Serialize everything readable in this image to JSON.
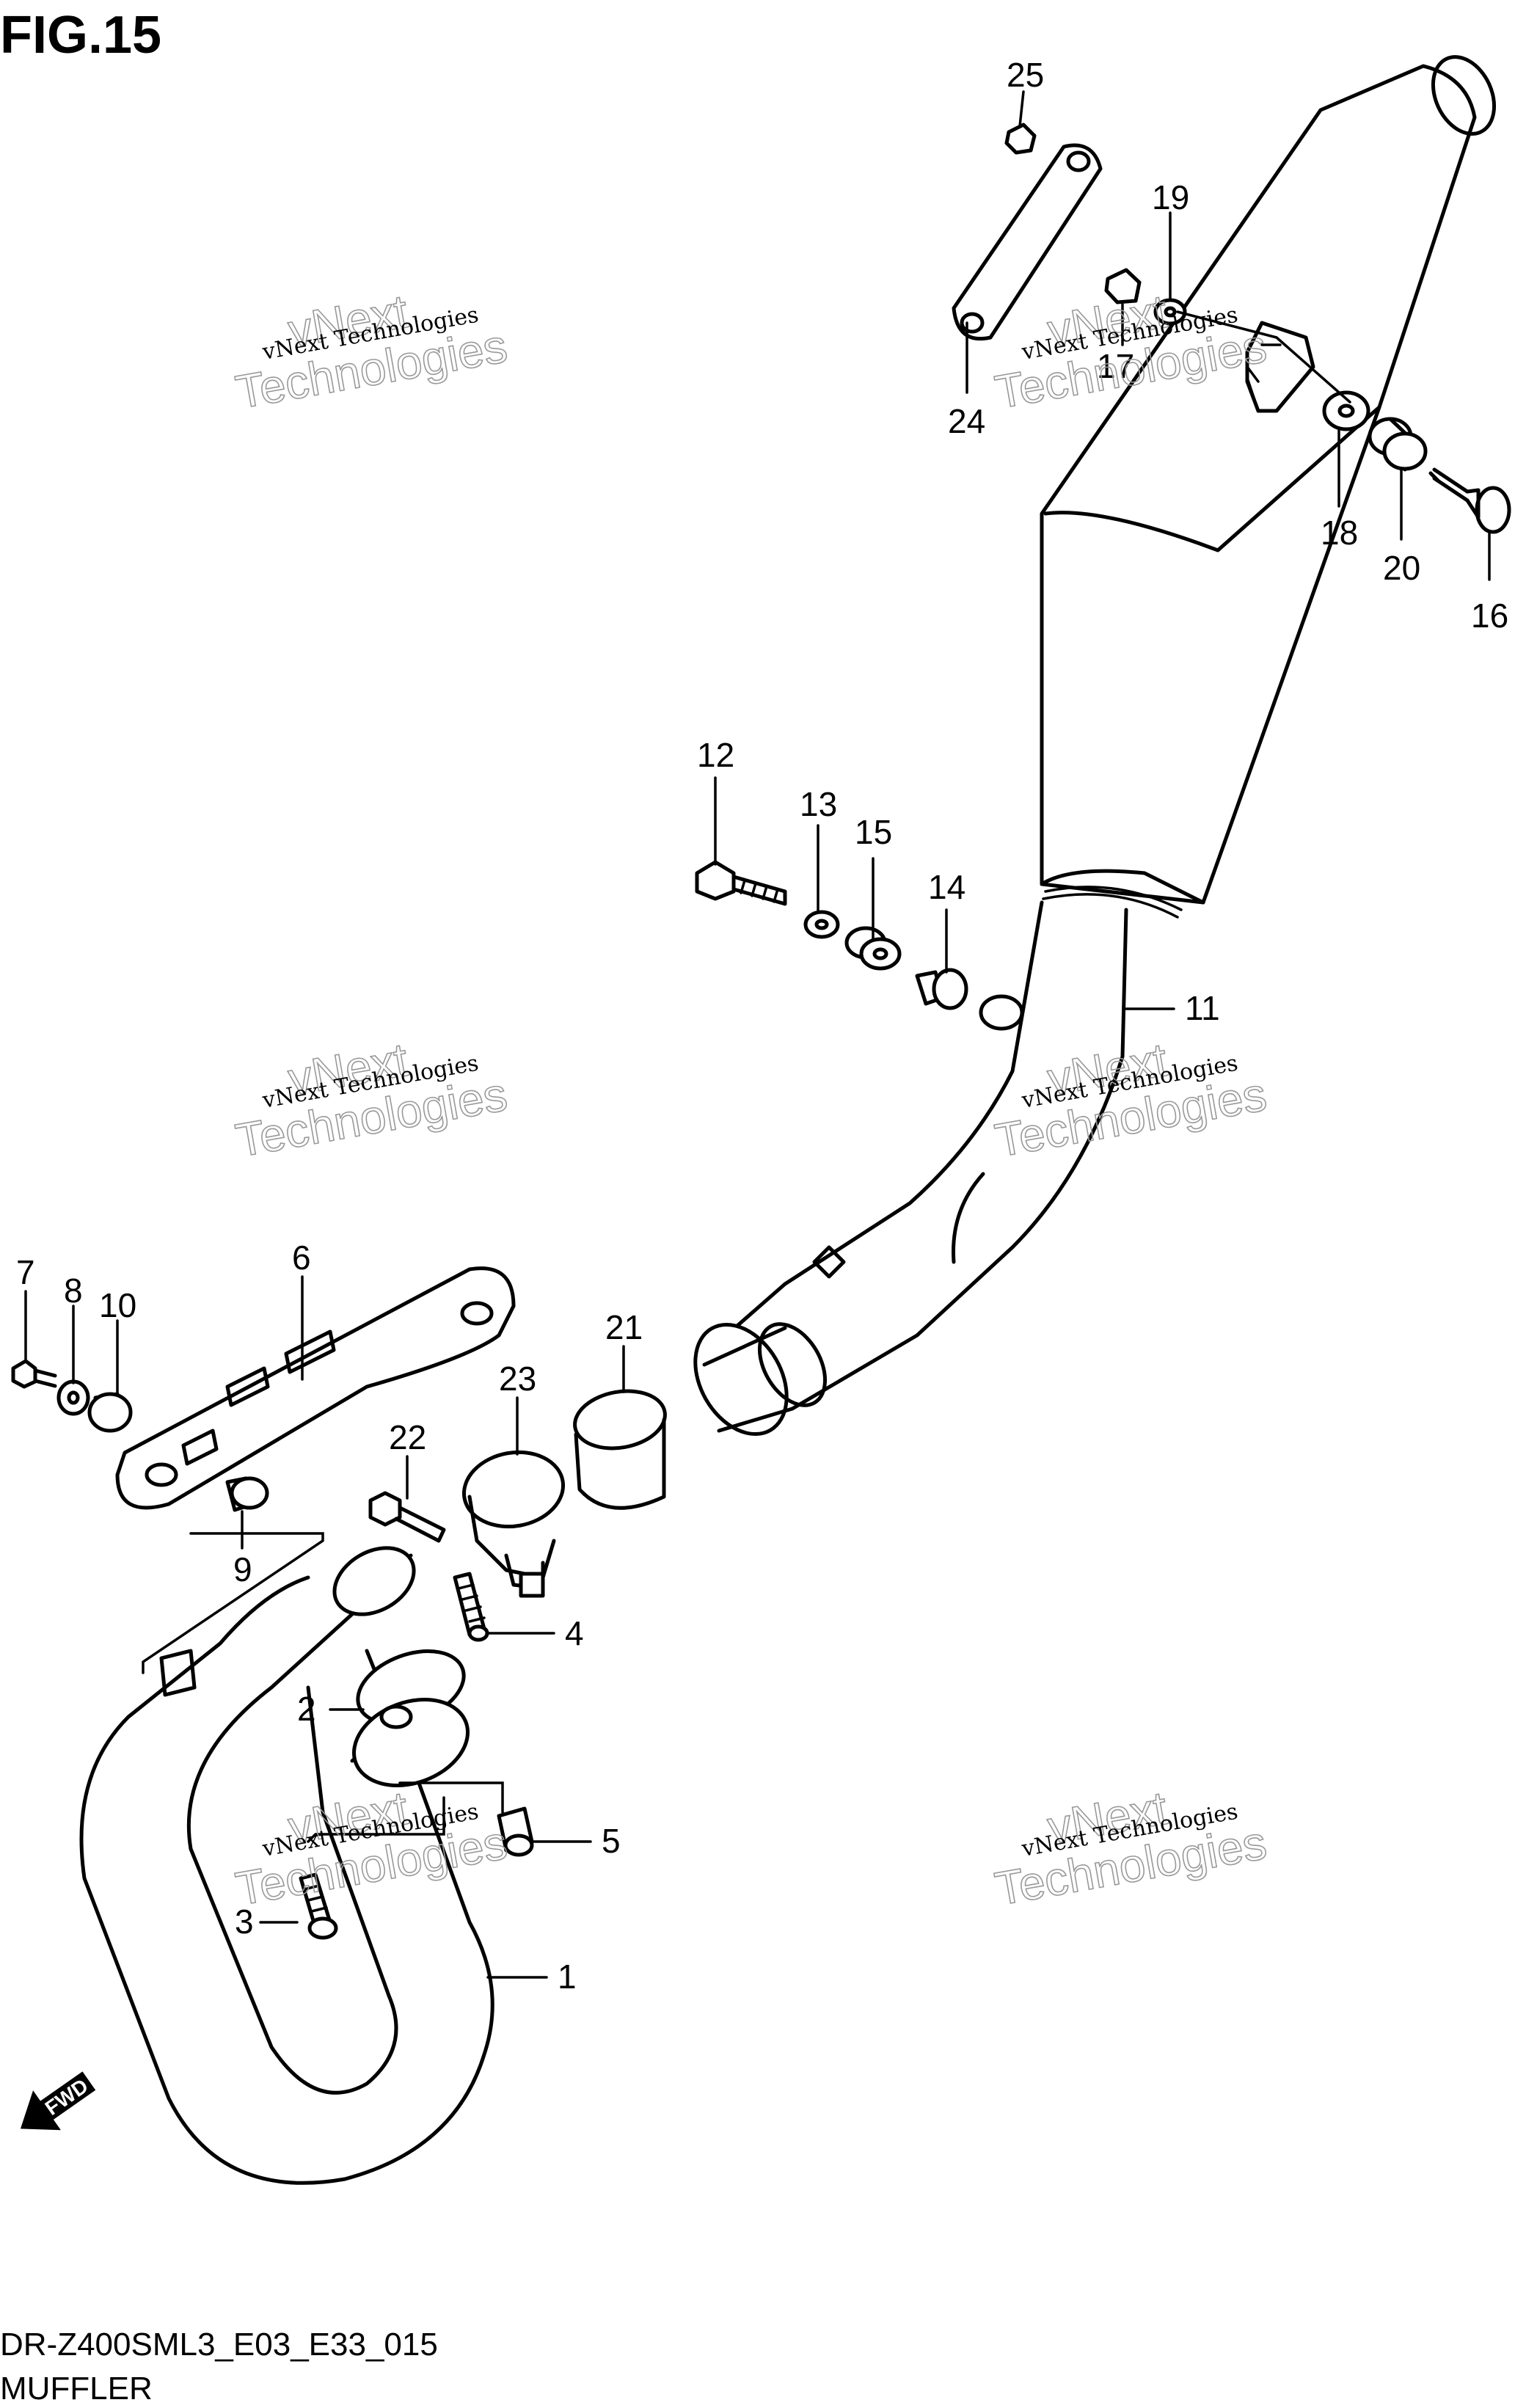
{
  "figure": {
    "title": "FIG.15"
  },
  "footer": {
    "code": "DR-Z400SML3_E03_E33_015",
    "name": "MUFFLER"
  },
  "watermark": {
    "line1": "vNext Technologies",
    "line2": "Technologies",
    "over": "vNext"
  },
  "fwd_label": "FWD",
  "callouts": [
    "1",
    "2",
    "3",
    "4",
    "5",
    "6",
    "7",
    "8",
    "9",
    "10",
    "11",
    "12",
    "13",
    "14",
    "15",
    "16",
    "17",
    "18",
    "19",
    "20",
    "21",
    "22",
    "23",
    "24",
    "25"
  ]
}
